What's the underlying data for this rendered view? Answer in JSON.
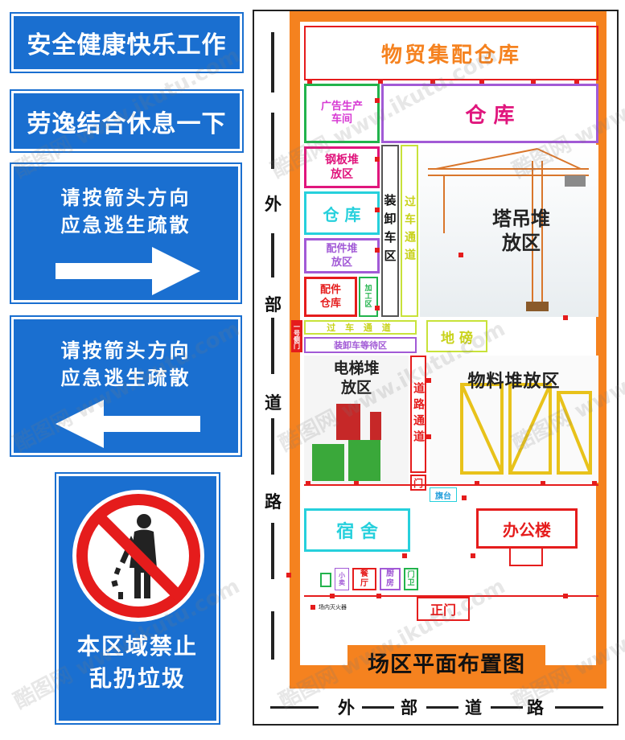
{
  "signs": {
    "safety": "安全健康快乐工作",
    "rest": "劳逸结合休息一下",
    "evac_right": {
      "line1": "请按箭头方向",
      "line2": "应急逃生疏散"
    },
    "evac_left": {
      "line1": "请按箭头方向",
      "line2": "应急逃生疏散"
    },
    "no_litter": {
      "line1": "本区域禁止",
      "line2": "乱扔垃圾"
    }
  },
  "plan": {
    "warehouse_top": "物贸集配仓库",
    "warehouse": "仓  库",
    "ad_workshop": "广告生产车间",
    "steel_plate": "钢板堆放区",
    "warehouse2": "仓 库",
    "parts_storage": "配件堆放区",
    "parts_warehouse": "配件仓库",
    "machining": "加工区",
    "unload_zone": "装卸车区",
    "pass_lane": "过车通道",
    "crane_area": "塔吊堆放区",
    "weighbridge": "地 磅",
    "gate1": "一号侧门",
    "pass_lane_h": "过 车 通 道",
    "unload_wait": "装卸车等待区",
    "elevator": "电梯堆放区",
    "road_lane": "道路通道",
    "material_area": "物料堆放区",
    "door": "门",
    "flag": "旗台",
    "dorm": "宿 舍",
    "office": "办公楼",
    "canteen": "餐厅",
    "kitchen": "厨房",
    "guard": "门卫",
    "small_store": "小卖",
    "main_gate": "正门",
    "fire_legend": "场内灭火器",
    "title": "场区平面布置图",
    "road_left": [
      "外",
      "部",
      "道",
      "路"
    ],
    "road_bottom": [
      "外",
      "部",
      "道",
      "路"
    ]
  },
  "watermark": "酷图网 www.ikutu.com",
  "colors": {
    "blue": "#1a6fd0",
    "orange": "#f5821f",
    "red": "#e51c1c"
  }
}
